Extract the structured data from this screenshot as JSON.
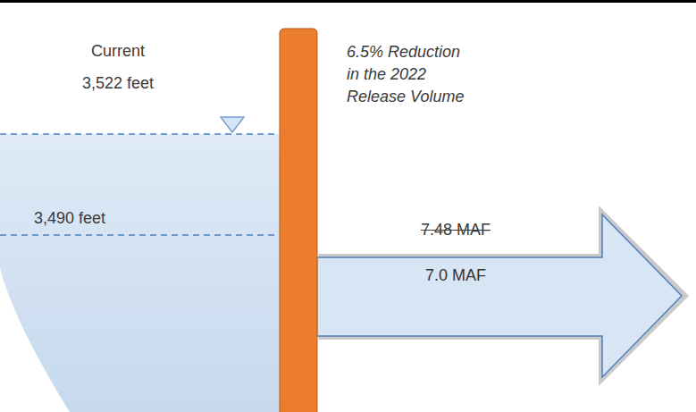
{
  "diagram": {
    "nodes": [
      {
        "text": [
          "7.0 MAF"
        ]
      }
    ],
    "labels": [
      "Current",
      "3,522 feet",
      "3,490 feet",
      "6.5% Reduction in the 2022 Release Volume",
      "7.48 MAF"
    ]
  }
}
